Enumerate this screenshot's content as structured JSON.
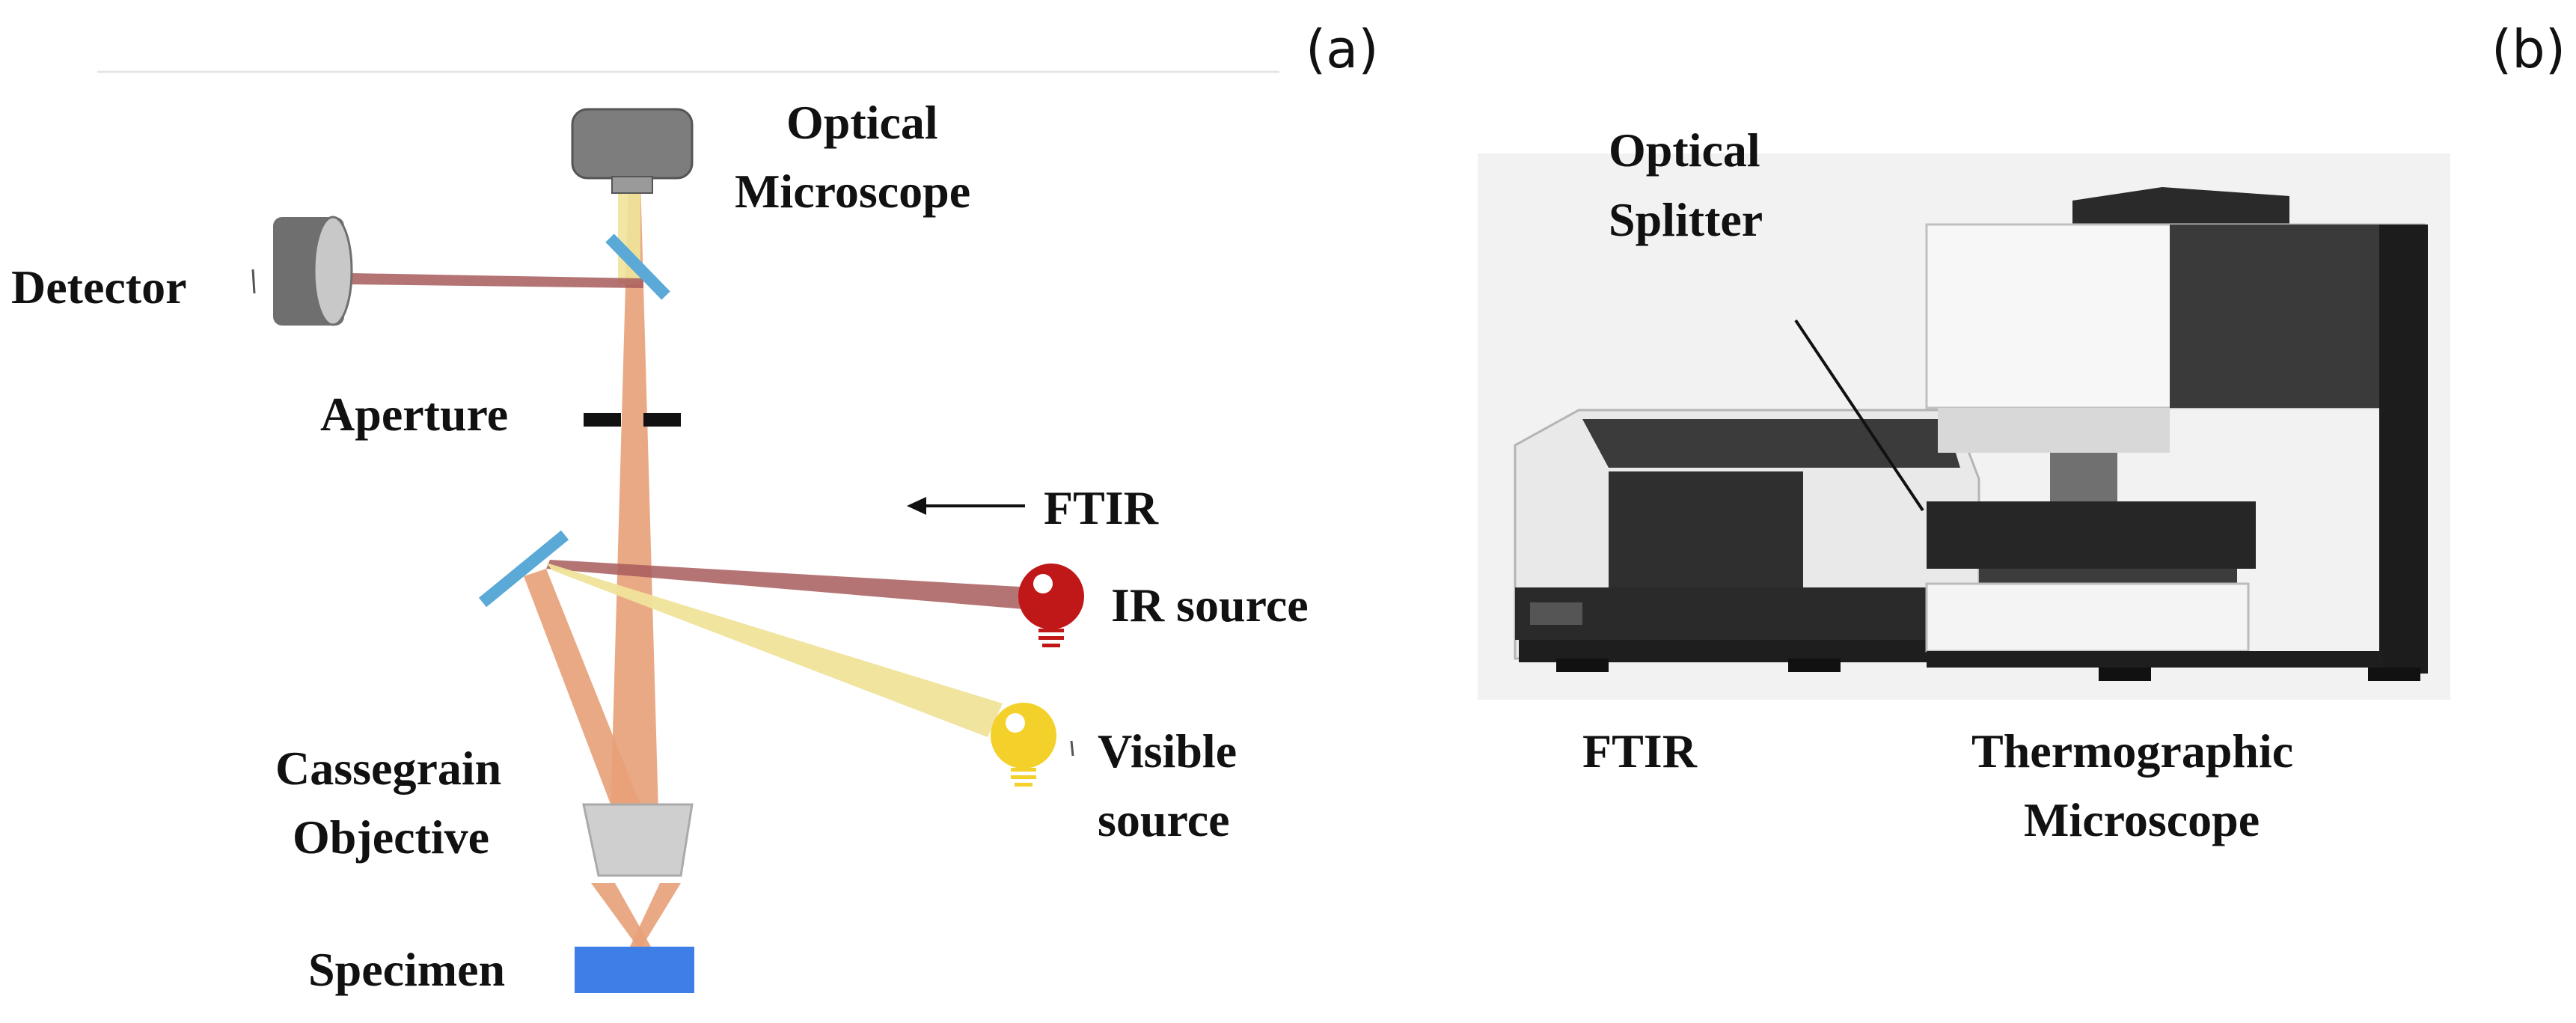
{
  "panels": {
    "a": "(a)",
    "b": "(b)"
  },
  "schematic": {
    "optical_microscope": [
      "Optical",
      "Microscope"
    ],
    "detector": "Detector",
    "aperture": "Aperture",
    "ftir": "FTIR",
    "ir_source": "IR source",
    "visible_source": [
      "Visible",
      "source"
    ],
    "cassegrain_objective": [
      "Cassegrain",
      "Objective"
    ],
    "specimen": "Specimen"
  },
  "photo": {
    "optical_splitter": [
      "Optical",
      "Splitter"
    ],
    "ftir": "FTIR",
    "thermographic_microscope": [
      "Thermographic",
      "Microscope"
    ]
  },
  "colors": {
    "ir_beam": "#a85c5c",
    "visible_beam": "#f0e39a",
    "main_beam": "#e8a078",
    "mirror": "#5aa9d6",
    "specimen": "#3d7fe6",
    "ir_bulb": "#c01818",
    "visible_bulb": "#f3d12a",
    "objective": "#cfcfcf",
    "microscope_body": "#7d7d7d"
  }
}
